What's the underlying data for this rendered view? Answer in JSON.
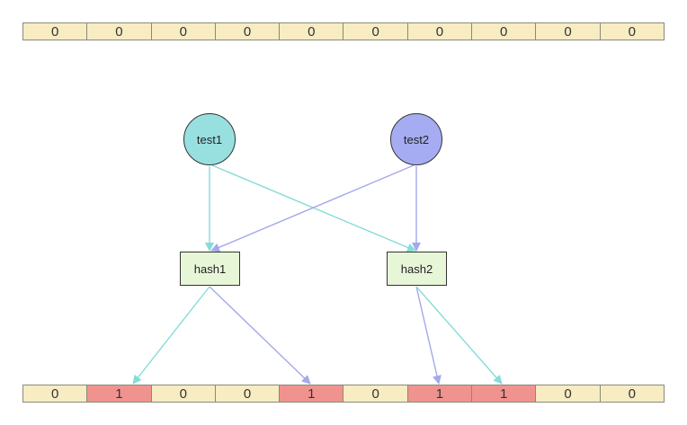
{
  "top_array": {
    "bits": [
      "0",
      "0",
      "0",
      "0",
      "0",
      "0",
      "0",
      "0",
      "0",
      "0"
    ]
  },
  "bottom_array": {
    "bits": [
      "0",
      "1",
      "0",
      "0",
      "1",
      "0",
      "1",
      "1",
      "0",
      "0"
    ]
  },
  "inputs": [
    {
      "label": "test1",
      "color": "#98e0e0"
    },
    {
      "label": "test2",
      "color": "#a6acf2"
    }
  ],
  "hashes": [
    {
      "label": "hash1"
    },
    {
      "label": "hash2"
    }
  ],
  "colors": {
    "cell_unset": "#f7ecc2",
    "cell_set": "#f0938f",
    "hash_fill": "#e8f6d8",
    "edge_test1": "#86dcd8",
    "edge_test2": "#a4a8ec"
  }
}
